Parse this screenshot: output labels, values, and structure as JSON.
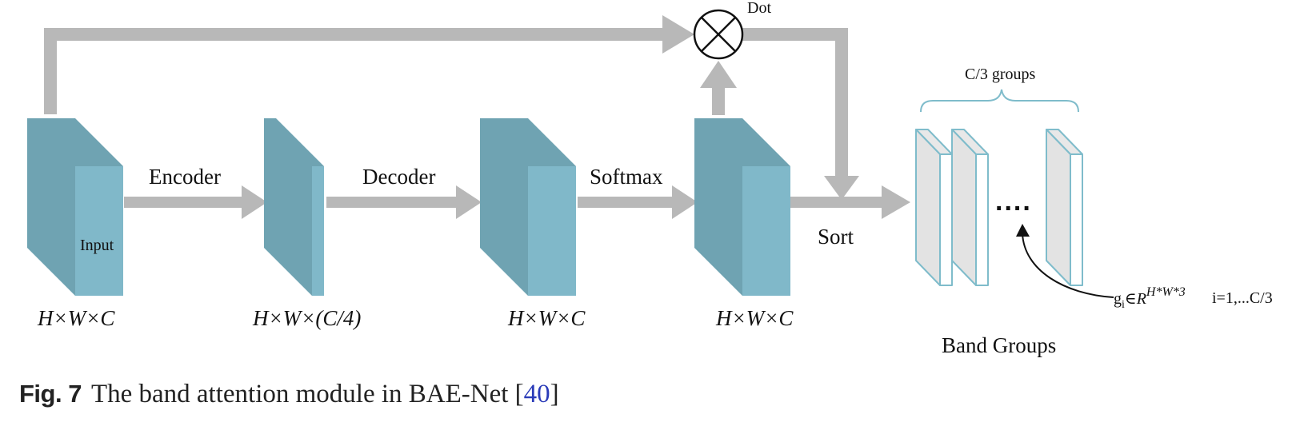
{
  "diagram": {
    "blocks": {
      "input": {
        "label": "Input",
        "dim": "H×W×C"
      },
      "encoded": {
        "dim": "H×W×(C/4)"
      },
      "decoded": {
        "dim": "H×W×C"
      },
      "softmax_out": {
        "dim": "H×W×C"
      }
    },
    "arrows": {
      "encoder": "Encoder",
      "decoder": "Decoder",
      "softmax": "Softmax",
      "sort": "Sort"
    },
    "dot_label": "Dot",
    "groups_brace_label": "C/3 groups",
    "ellipsis": "....",
    "group_formula": {
      "base": "g",
      "sub": "i",
      "in": "∈",
      "set": "R",
      "exp": "H*W*3",
      "index": "i=1,...C/3"
    },
    "band_groups_label": "Band Groups"
  },
  "caption": {
    "label": "Fig. 7",
    "text": "The band attention module in BAE-Net [",
    "ref": "40",
    "close": "]"
  },
  "colors": {
    "block_front": "#80b8c9",
    "block_side": "#6fa3b2",
    "arrow": "#b8b8b8",
    "group_outline": "#7fbccb",
    "group_fill": "#e8e8e8",
    "caption_ref": "#2a3bb8"
  }
}
